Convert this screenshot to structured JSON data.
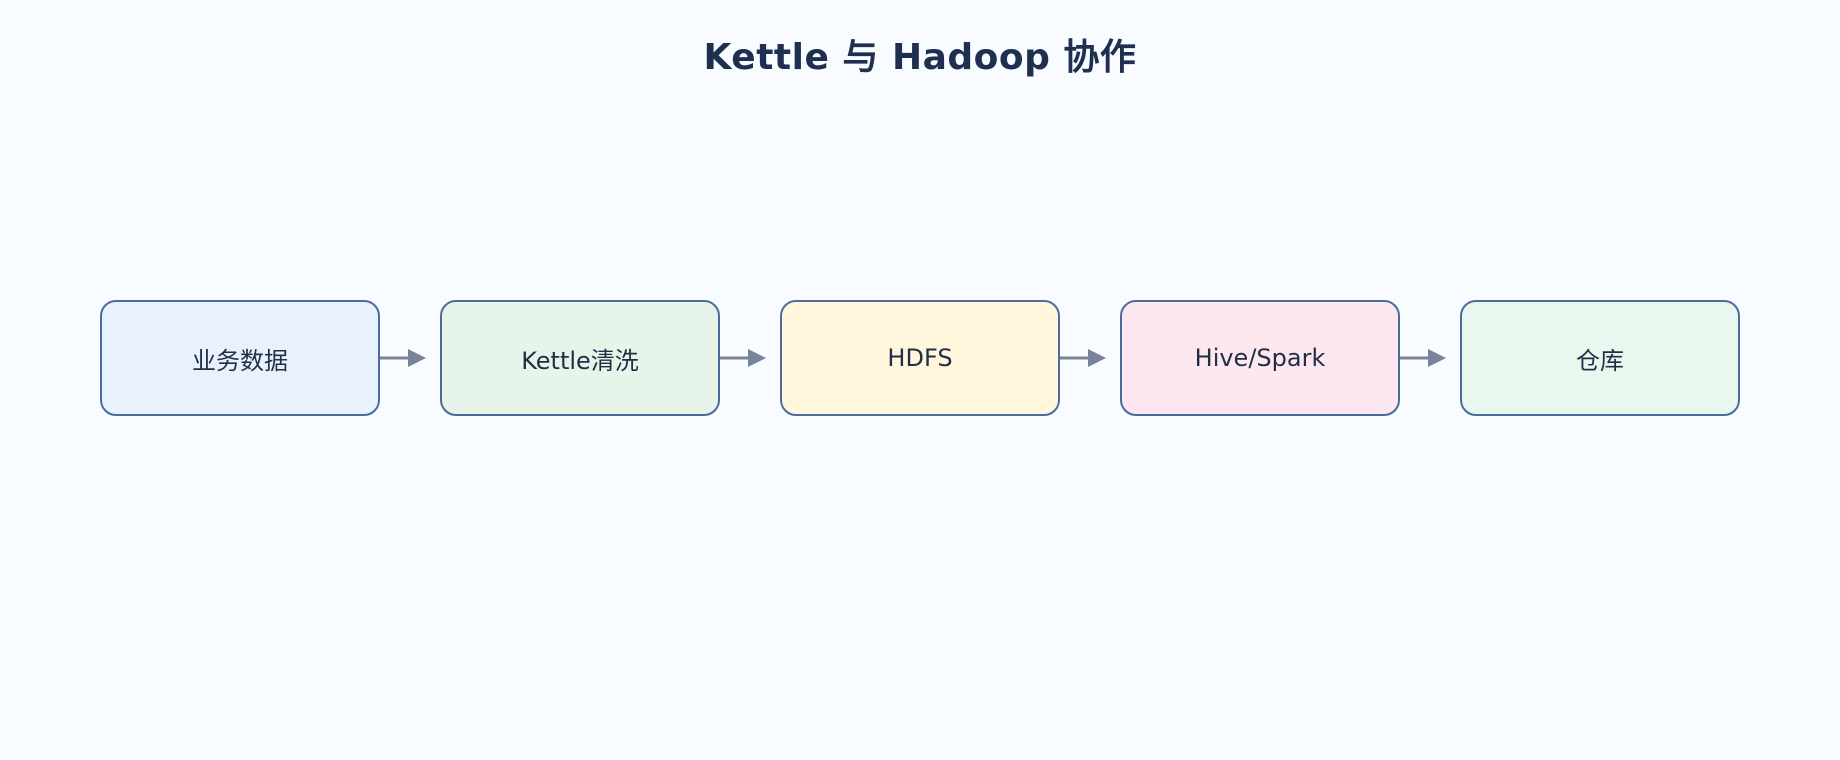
{
  "diagram": {
    "title": "Kettle 与 Hadoop 协作",
    "nodes": [
      {
        "label": "业务数据",
        "color": "#e9f1fd"
      },
      {
        "label": "Kettle清洗",
        "color": "#e6f4e9"
      },
      {
        "label": "HDFS",
        "color": "#fff6dc"
      },
      {
        "label": "Hive/Spark",
        "color": "#fde8ef"
      },
      {
        "label": "仓库",
        "color": "#e8f8ee"
      }
    ],
    "edges": [
      {
        "from": "业务数据",
        "to": "Kettle清洗"
      },
      {
        "from": "Kettle清洗",
        "to": "HDFS"
      },
      {
        "from": "HDFS",
        "to": "Hive/Spark"
      },
      {
        "from": "Hive/Spark",
        "to": "仓库"
      }
    ],
    "colors": {
      "background": "#f8fbff",
      "title": "#1e2f4f",
      "node_border": "#4b6d9b",
      "arrow": "#778499"
    }
  }
}
